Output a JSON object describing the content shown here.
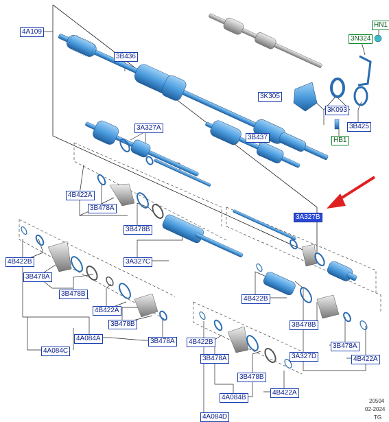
{
  "diagram": {
    "accent_color": "#2a49d8",
    "part_color": "#4d9ee0",
    "arrow_color": "#e02020",
    "labels": {
      "p4A109": "4A109",
      "p3B436": "3B436",
      "p3A327A": "3A327A",
      "p3B437": "3B437",
      "p4B422A_1": "4B422A",
      "p3B478A_1": "3B478A",
      "p3B478B_1": "3B478B",
      "p3A327C": "3A327C",
      "p4B422B_1": "4B422B",
      "p3B478A_2": "3B478A",
      "p3B478B_2": "3B478B",
      "p4B422A_2": "4B422A",
      "p3B478B_3": "3B478B",
      "p3B478A_3": "3B478A",
      "p4A084A": "4A084A",
      "p4A084C": "4A084C",
      "p3A327B": "3A327B",
      "p4B422B_2": "4B422B",
      "p3B478B_4": "3B478B",
      "p3A327D": "3A327D",
      "p3B478A_4": "3B478A",
      "p4B422A_3": "4B422A",
      "p4B422B_3": "4B422B",
      "p3B478A_5": "3B478A",
      "p3B478B_5": "3B478B",
      "p4B422A_4": "4B422A",
      "p4A084B": "4A084B",
      "p4A084D": "4A084D",
      "pHN1": "HN1",
      "p3N324": "3N324",
      "p3K305": "3K305",
      "p3K093": "3K093",
      "p3B425": "3B425",
      "pHB1": "HB1"
    },
    "footer": {
      "code": "20504",
      "date": "02-2024",
      "initials": "TG"
    }
  }
}
